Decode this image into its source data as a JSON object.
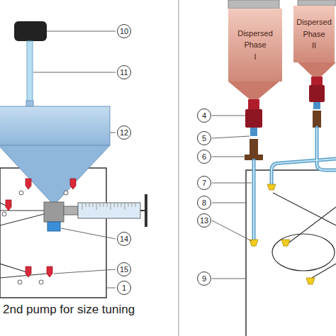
{
  "diagram": {
    "nodes": [
      {
        "text": [
          "Dispersed Phase I"
        ]
      },
      {
        "text": [
          "Dispersed Phase II"
        ]
      }
    ],
    "labels": [
      "10",
      "11",
      "12",
      "14",
      "15",
      "1",
      "2nd pump for size tuning",
      "4",
      "5",
      "6",
      "7",
      "8",
      "13",
      "9"
    ]
  }
}
